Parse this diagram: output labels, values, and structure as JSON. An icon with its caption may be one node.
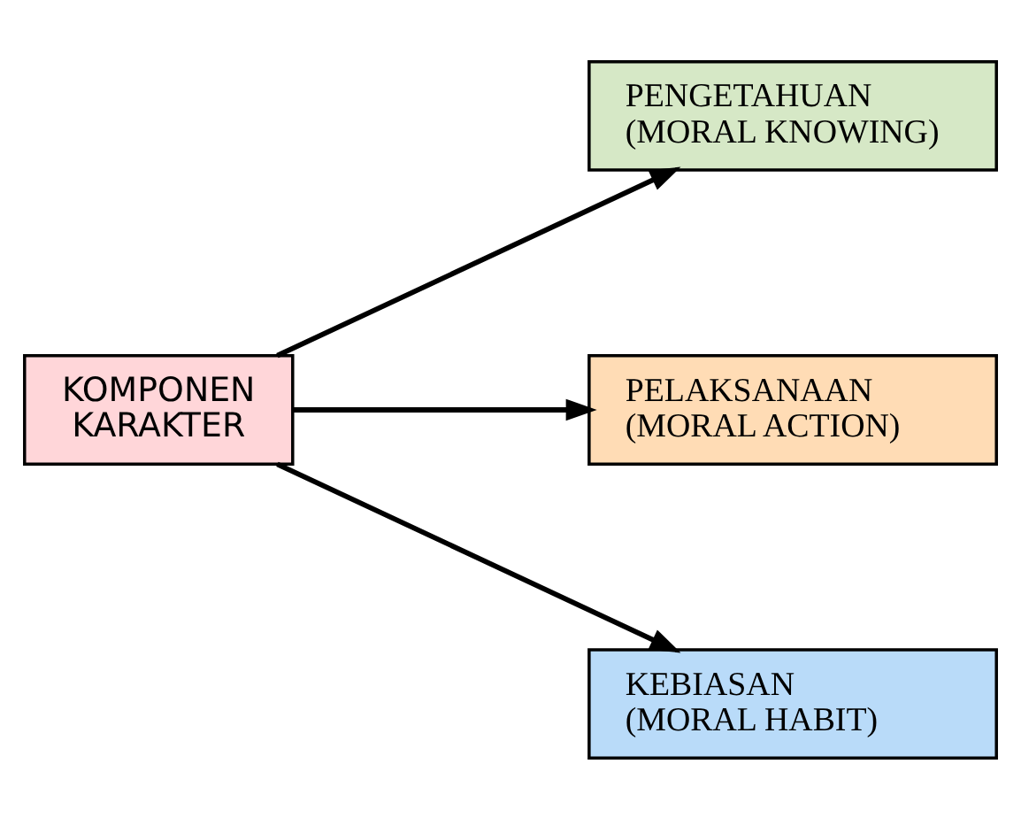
{
  "diagram": {
    "nodes": [
      {
        "text": [
          "KOMPONEN KARAKTER"
        ]
      },
      {
        "text": [
          "PENGETAHUAN (MORAL KNOWING)"
        ]
      },
      {
        "text": [
          "PELAKSANAAN (MORAL ACTION)"
        ]
      },
      {
        "text": [
          "KEBIASAN (MORAL HABIT)"
        ]
      }
    ],
    "edges": [
      {
        "from": 0,
        "to": 1,
        "arrow": "to"
      },
      {
        "from": 0,
        "to": 2,
        "arrow": "to"
      },
      {
        "from": 0,
        "to": 3,
        "arrow": "to"
      }
    ]
  }
}
